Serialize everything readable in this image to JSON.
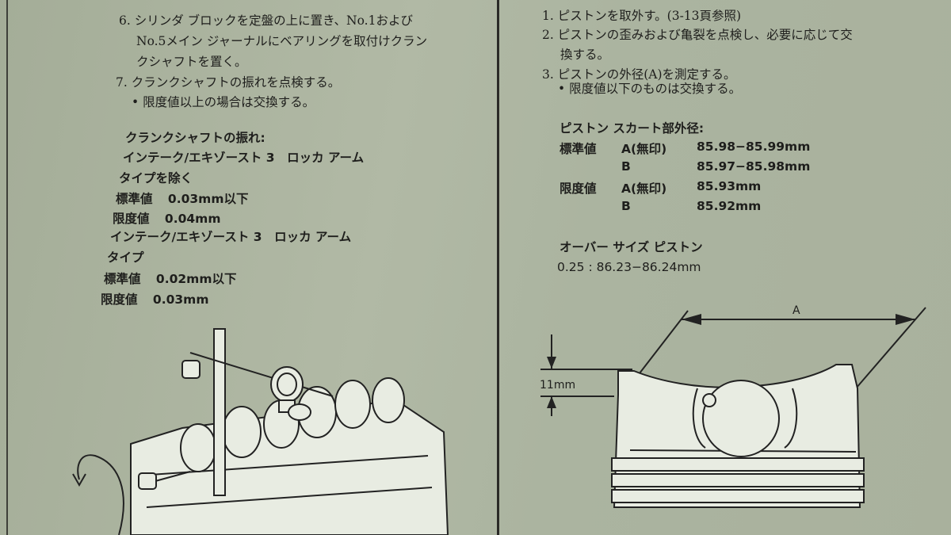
{
  "left": {
    "step6_line1": "6. シリンダ ブロックを定盤の上に置き、No.1および",
    "step6_line2": "No.5メイン ジャーナルにベアリングを取付けクラン",
    "step6_line3": "クシャフトを置く。",
    "step7": "7. クランクシャフトの振れを点検する。",
    "step7_bullet": "• 限度値以上の場合は交換する。",
    "runout_title": "クランクシャフトの振れ:",
    "type1_line1": "インテーク/エキゾースト 3　ロッカ アーム",
    "type1_line2": "タイプを除く",
    "type1_std_label": "標準値",
    "type1_std_value": "0.03mm以下",
    "type1_lim_label": "限度値",
    "type1_lim_value": "0.04mm",
    "type2_line1": "インテーク/エキゾースト 3　ロッカ アーム",
    "type2_line2": "タイプ",
    "type2_std_label": "標準値",
    "type2_std_value": "0.02mm以下",
    "type2_lim_label": "限度値",
    "type2_lim_value": "0.03mm"
  },
  "right": {
    "step1": "1. ピストンを取外す。(3-13頁参照)",
    "step2_line1": "2. ピストンの歪みおよび亀裂を点検し、必要に応じて交",
    "step2_line2": "換する。",
    "step3": "3. ピストンの外径(A)を測定する。",
    "step3_bullet": "• 限度値以下のものは交換する。",
    "skirt_title": "ピストン スカート部外径:",
    "std_label": "標準値",
    "lim_label": "限度値",
    "grade_a": "A(無印)",
    "grade_b": "B",
    "std_a": "85.98−85.99mm",
    "std_b": "85.97−85.98mm",
    "lim_a": "85.93mm",
    "lim_b": "85.92mm",
    "oversize_title": "オーバー サイズ ピストン",
    "oversize_value": "0.25 : 86.23−86.24mm",
    "diagram_label_a": "A",
    "diagram_label_11mm": "11mm"
  }
}
